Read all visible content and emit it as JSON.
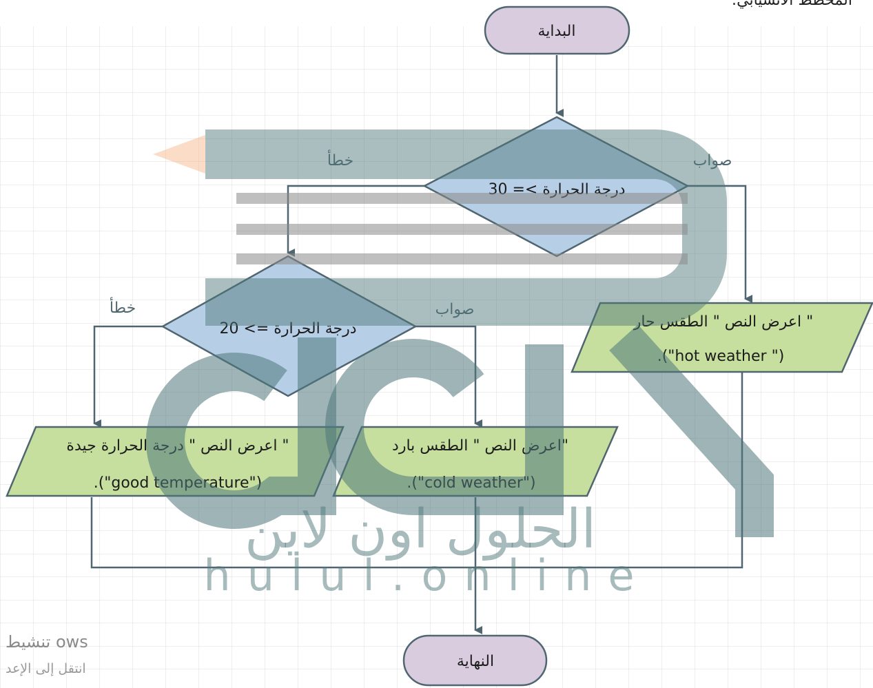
{
  "heading": "المخطط الانسيابي:",
  "nodes": {
    "start": "البداية",
    "end": "النهاية",
    "decision1": "درجة الحرارة >= 30",
    "decision2": "درجة الحرارة => 20",
    "out_hot_line1": "اعرض النص \" الطقس حار \"",
    "out_hot_line2": ".(\"hot weather \")",
    "out_cold_line1": "اعرض النص \" الطقس بارد\"",
    "out_cold_line2": ".(\"cold weather\")",
    "out_good_line1": "اعرض النص \" درجة الحرارة جيدة \"",
    "out_good_line2": ".(\"good temperature\")"
  },
  "branch_labels": {
    "d1_true": "صواب",
    "d1_false": "خطأ",
    "d2_true": "صواب",
    "d2_false": "خطأ"
  },
  "watermark": {
    "brand_arabic": "الحلول اون لاين",
    "brand_latin": "hulul.online"
  },
  "activation_notice": {
    "line1": "تنشيط ows",
    "line2": "انتقل إلى الإعد"
  },
  "colors": {
    "terminal_fill": "#d9ccdf",
    "decision_fill": "#b6cfe6",
    "io_fill": "#c6df9e",
    "connector": "#4f6670",
    "watermark": "#4f777a"
  }
}
